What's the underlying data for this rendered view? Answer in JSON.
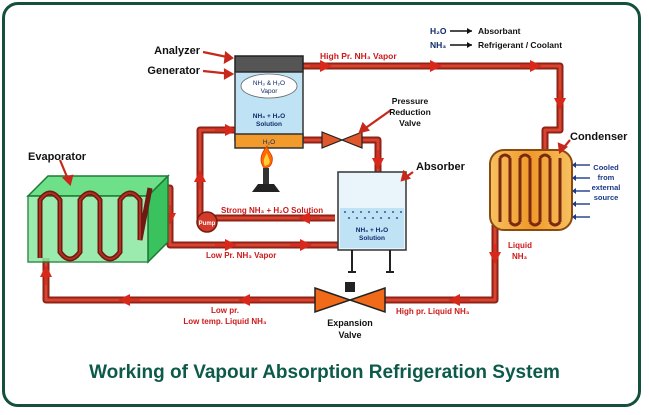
{
  "title": "Working of Vapour Absorption Refrigeration System",
  "legend": {
    "absorbant": {
      "formula": "H₂O",
      "label": "Absorbant"
    },
    "refrigerant": {
      "formula": "NH₃",
      "label": "Refrigerant / Coolant"
    }
  },
  "components": {
    "analyzer": "Analyzer",
    "generator": "Generator",
    "condenser": "Condenser",
    "absorber": "Absorber",
    "evaporator": "Evaporator",
    "pressure_valve": [
      "Pressure",
      "Reduction",
      "Valve"
    ],
    "expansion_valve": [
      "Expansion",
      "Valve"
    ],
    "pump": "Pump"
  },
  "generator_contents": {
    "vapor": [
      "NH₃ & H₂O",
      "Vapor"
    ],
    "solution": [
      "NH₃ + H₂O",
      "Solution"
    ],
    "water": "H₂O"
  },
  "absorber_contents": {
    "solution": [
      "NH₃ + H₂O",
      "Solution"
    ]
  },
  "flow_labels": {
    "high_pr_vapor": "High Pr. NH₃ Vapor",
    "strong_solution": "Strong NH₃ + H₂O Solution",
    "low_pr_vapor": "Low Pr. NH₃ Vapor",
    "liquid_nh3": [
      "Liquid",
      "NH₃"
    ],
    "high_pr_liquid": "High pr. Liquid NH₃",
    "low_pr_liquid": [
      "Low pr.",
      "Low temp. Liquid NH₃"
    ],
    "cooled_source": [
      "Cooled",
      "from",
      "external",
      "source"
    ]
  },
  "colors": {
    "pipe": "#c0392b",
    "pipe_dark": "#6e1a12",
    "title": "#0d5a4a",
    "label_red": "#cc1a1a",
    "label_navy": "#102a6b",
    "evaporator_box": "#33cc55",
    "condenser_body": "#f3a93a",
    "generator_body": "#bfe3f5",
    "frame": "#15503f"
  }
}
